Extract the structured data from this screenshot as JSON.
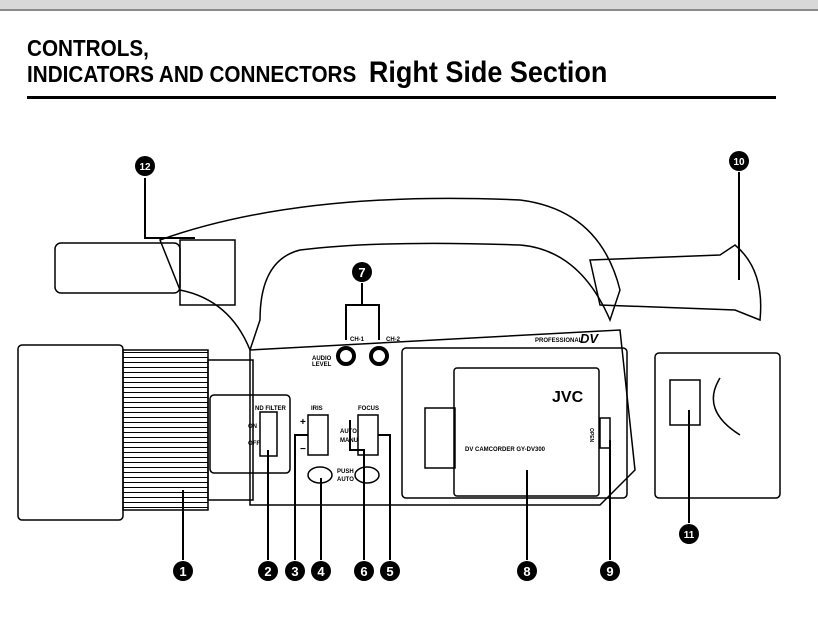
{
  "heading": {
    "line1": "CONTROLS,",
    "line2": "INDICATORS AND CONNECTORS",
    "section": "Right Side Section"
  },
  "camera_labels": {
    "nd_filter": "ND FILTER",
    "on": "ON",
    "off": "OFF",
    "iris": "IRIS",
    "plus": "+",
    "minus": "−",
    "focus": "FOCUS",
    "auto": "AUTO",
    "manu": "MANU",
    "push": "PUSH",
    "push_auto": "AUTO",
    "audio": "AUDIO",
    "level": "LEVEL",
    "ch1": "CH-1",
    "ch2": "CH-2",
    "professional": "PROFESSIONAL",
    "dv": "DV",
    "brand": "JVC",
    "model": "DV CAMCORDER GY-DV300",
    "open": "OPEN"
  },
  "callouts": [
    "1",
    "2",
    "3",
    "4",
    "5",
    "6",
    "7",
    "8",
    "9",
    "10",
    "11",
    "12"
  ]
}
